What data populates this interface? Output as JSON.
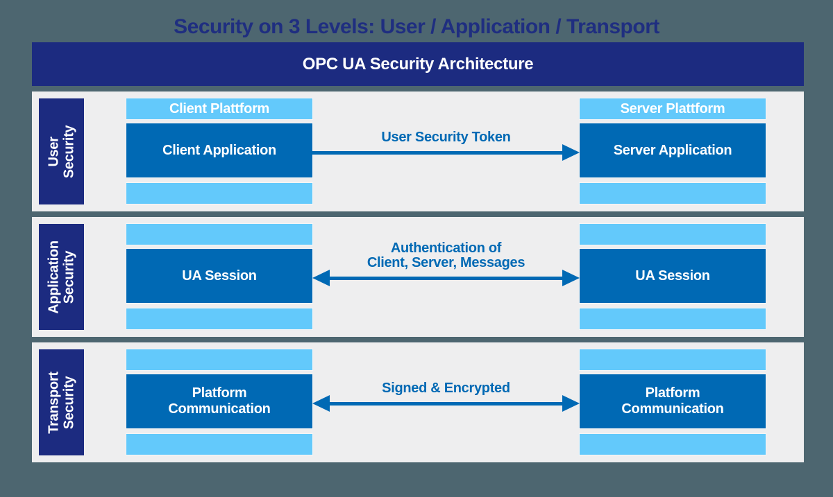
{
  "page": {
    "title": "Security on 3 Levels: User / Application / Transport",
    "header": "OPC UA Security Architecture"
  },
  "colors": {
    "background": "#4d6670",
    "navy": "#1c2b80",
    "blue": "#0069b4",
    "light_blue": "#63c9fb",
    "row_background": "#eeeeef",
    "box_text": "#ffffff"
  },
  "rows": [
    {
      "id": "user-security",
      "label": "User\nSecurity",
      "left": {
        "top_bar": "Client Plattform",
        "main": "Client Application",
        "bottom_bar": ""
      },
      "right": {
        "top_bar": "Server Plattform",
        "main": "Server Application",
        "bottom_bar": ""
      },
      "arrow": {
        "label": "User Security Token",
        "direction": "right"
      }
    },
    {
      "id": "application-security",
      "label": "Application\nSecurity",
      "left": {
        "top_bar": "",
        "main": "UA Session",
        "bottom_bar": ""
      },
      "right": {
        "top_bar": "",
        "main": "UA Session",
        "bottom_bar": ""
      },
      "arrow": {
        "label": "Authentication of\nClient, Server, Messages",
        "direction": "both"
      }
    },
    {
      "id": "transport-security",
      "label": "Transport\nSecurity",
      "left": {
        "top_bar": "",
        "main": "Platform\nCommunication",
        "bottom_bar": ""
      },
      "right": {
        "top_bar": "",
        "main": "Platform\nCommunication",
        "bottom_bar": ""
      },
      "arrow": {
        "label": "Signed & Encrypted",
        "direction": "both"
      }
    }
  ]
}
